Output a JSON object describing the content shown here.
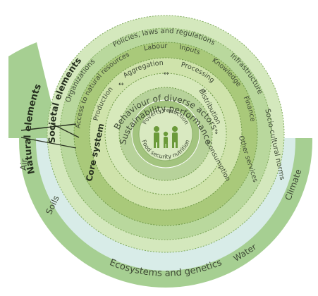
{
  "natural": {
    "title": "Natural elements",
    "items": [
      "Air",
      "Soils",
      "Water",
      "Climate",
      "Ecosystems and genetics"
    ]
  },
  "societal": {
    "title": "Societal elements",
    "items": [
      "Organizations",
      "Policies, laws and regulations",
      "Infrastructure",
      "Socio-cultural norms"
    ]
  },
  "core": {
    "title": "Core system",
    "items": [
      "Access to natural resources",
      "Labour",
      "Inputs",
      "Knowledge",
      "Finance",
      "Other services"
    ]
  },
  "value_chain": {
    "steps": [
      "Production",
      "Aggregation",
      "Processing",
      "Distribution",
      "Consumption"
    ]
  },
  "actors": {
    "label": "Behaviour of diverse actors"
  },
  "performance": {
    "label": "Sustainability performance"
  },
  "centre": {
    "top": "Poverty reduction",
    "bottom": "Food security nutrition"
  },
  "colors": {
    "outer_green": "#9fc98d",
    "light_blue": "#d8ece8",
    "mid_green": "#b9d89d",
    "core_green": "#a9c97a",
    "lime": "#cfe3ab",
    "text": "#3f4a36"
  }
}
